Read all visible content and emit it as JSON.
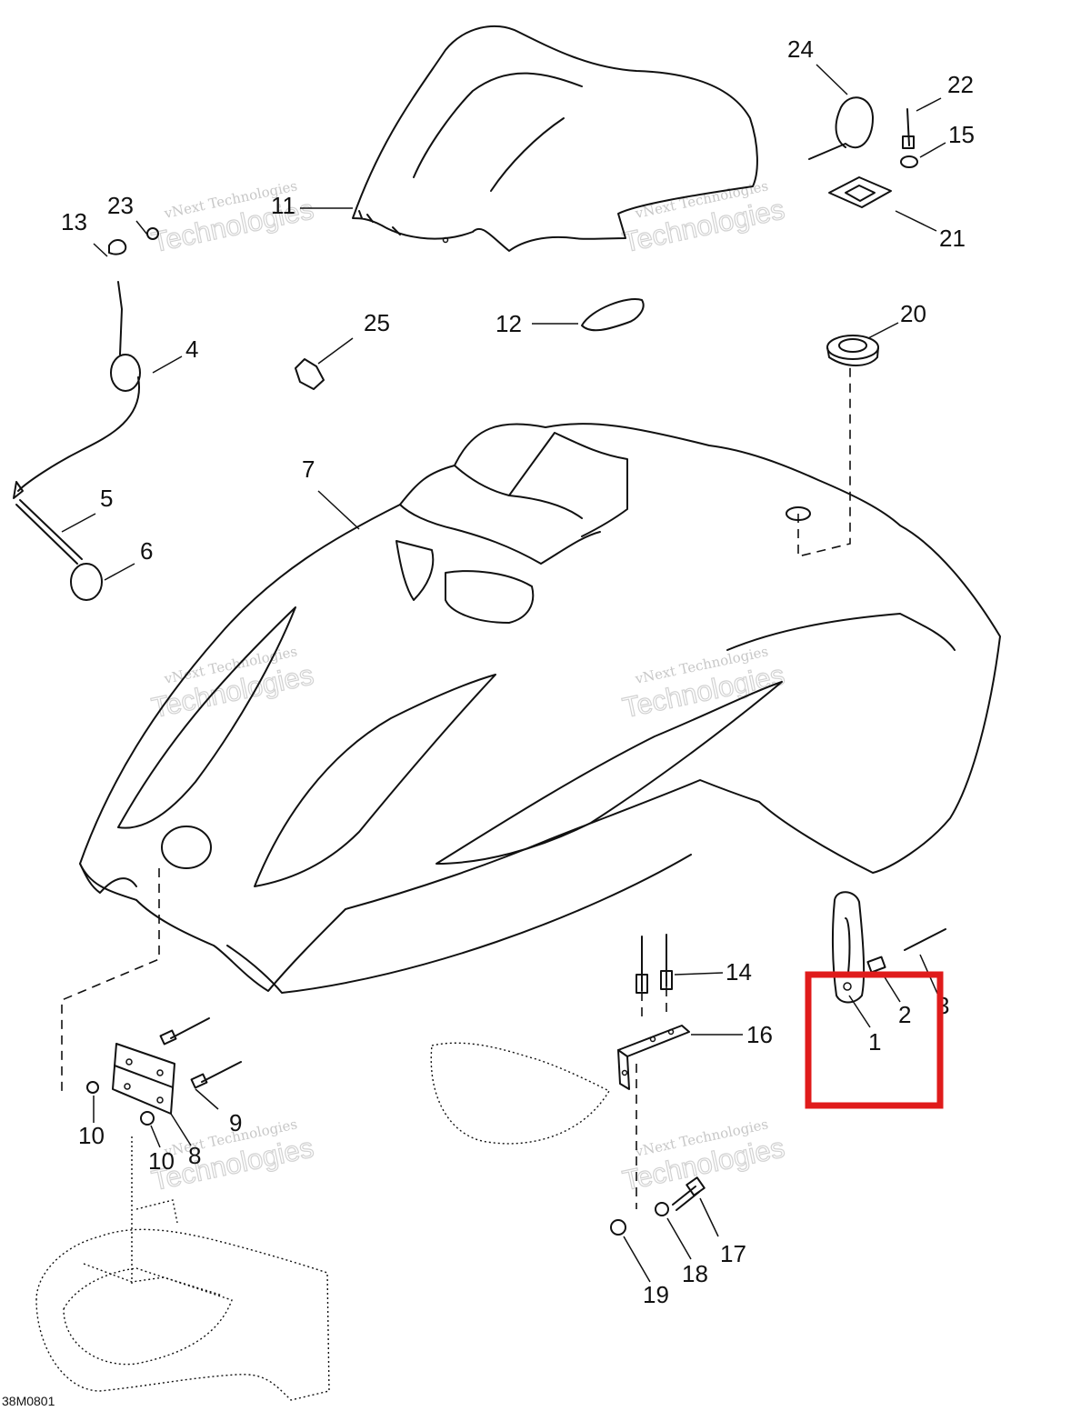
{
  "diagram": {
    "code": "38M0801",
    "watermark": {
      "line1": "vNext Technologies",
      "line2": "Technologies"
    },
    "highlight_color": "#e01b1b",
    "callouts": [
      {
        "id": "c1",
        "label": "1"
      },
      {
        "id": "c2",
        "label": "2"
      },
      {
        "id": "c3",
        "label": "3"
      },
      {
        "id": "c4",
        "label": "4"
      },
      {
        "id": "c5",
        "label": "5"
      },
      {
        "id": "c6",
        "label": "6"
      },
      {
        "id": "c7",
        "label": "7"
      },
      {
        "id": "c8",
        "label": "8"
      },
      {
        "id": "c9",
        "label": "9"
      },
      {
        "id": "c10a",
        "label": "10"
      },
      {
        "id": "c10b",
        "label": "10"
      },
      {
        "id": "c11",
        "label": "11"
      },
      {
        "id": "c12",
        "label": "12"
      },
      {
        "id": "c13",
        "label": "13"
      },
      {
        "id": "c14",
        "label": "14"
      },
      {
        "id": "c15",
        "label": "15"
      },
      {
        "id": "c16",
        "label": "16"
      },
      {
        "id": "c17",
        "label": "17"
      },
      {
        "id": "c18",
        "label": "18"
      },
      {
        "id": "c19",
        "label": "19"
      },
      {
        "id": "c20",
        "label": "20"
      },
      {
        "id": "c21",
        "label": "21"
      },
      {
        "id": "c22",
        "label": "22"
      },
      {
        "id": "c23",
        "label": "23"
      },
      {
        "id": "c24",
        "label": "24"
      },
      {
        "id": "c25",
        "label": "25"
      }
    ]
  }
}
